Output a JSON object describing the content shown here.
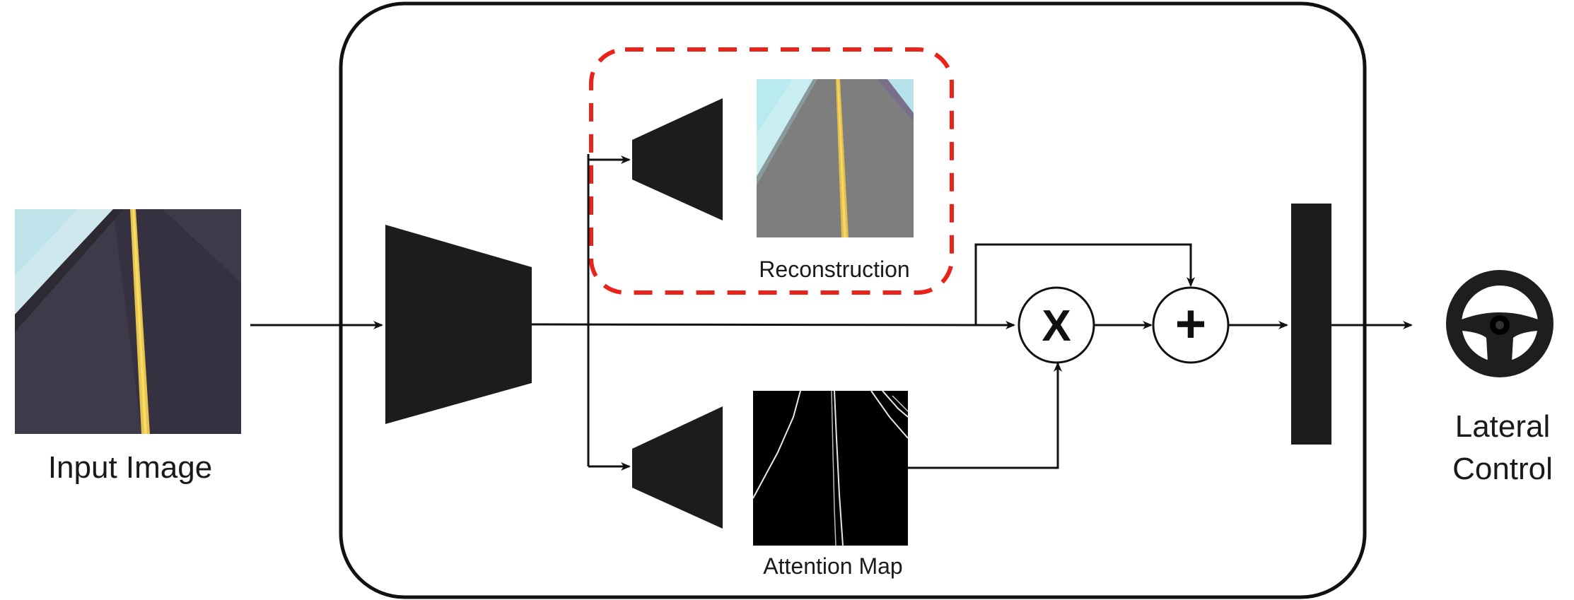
{
  "labels": {
    "input_image": "Input Image",
    "reconstruction": "Reconstruction",
    "attention_map": "Attention Map",
    "output_line1": "Lateral",
    "output_line2": "Control"
  },
  "operators": {
    "multiply": "X",
    "add": "+"
  },
  "colors": {
    "block_fill": "#1c1c1c",
    "dashed_highlight": "#e8241a",
    "outline": "#111111"
  },
  "icons": {
    "output": "steering-wheel-icon"
  }
}
